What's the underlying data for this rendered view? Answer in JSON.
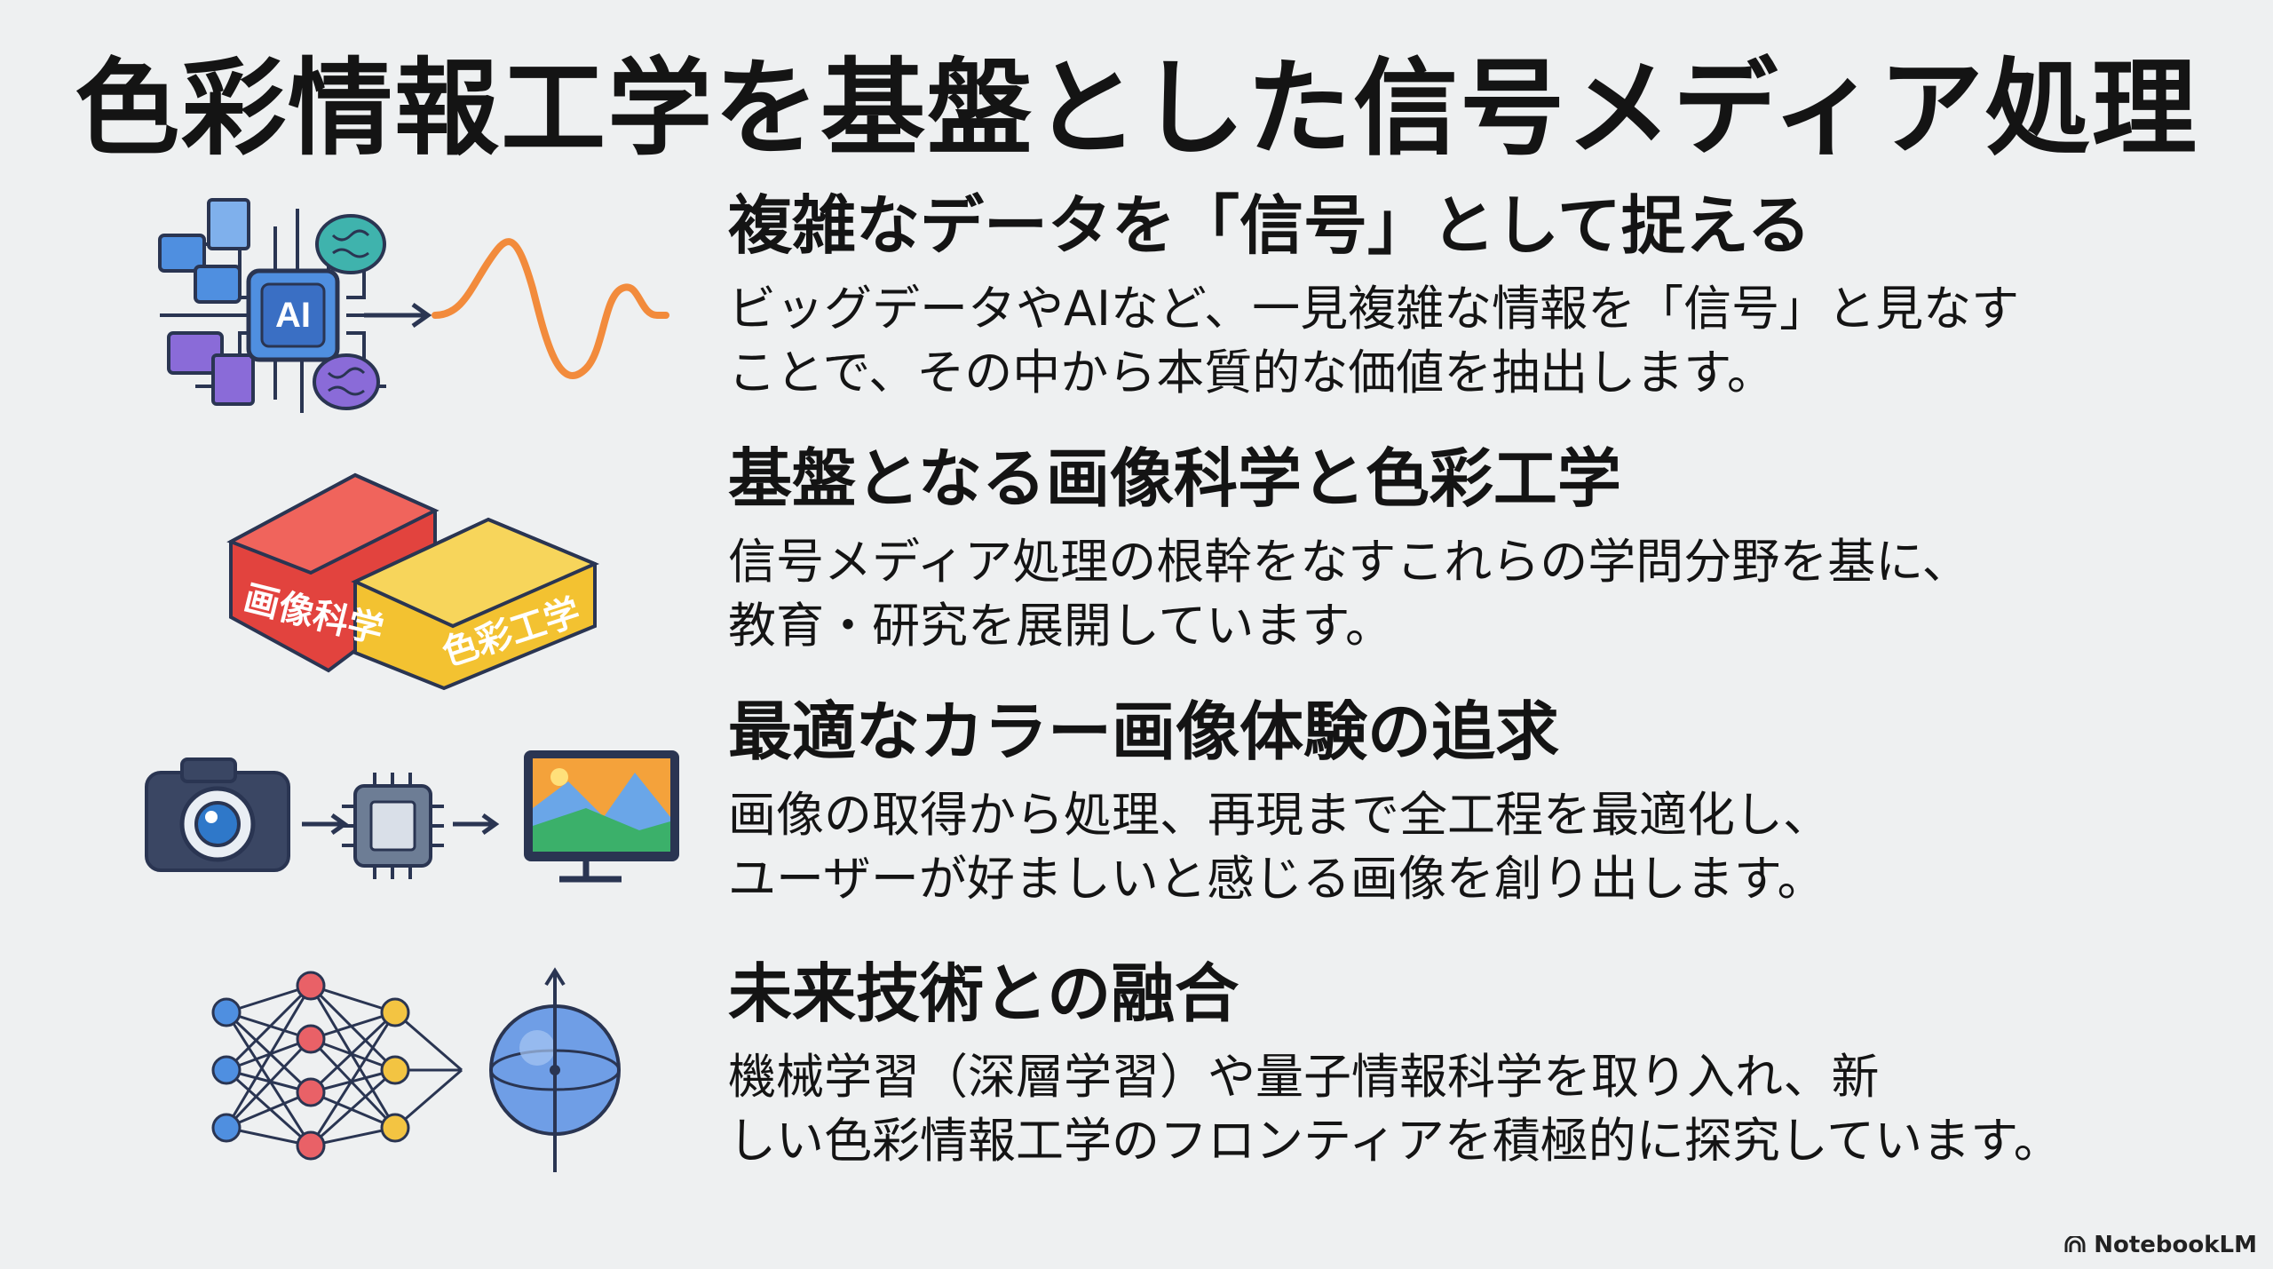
{
  "slide": {
    "title": "色彩情報工学を基盤とした信号メディア処理"
  },
  "sections": [
    {
      "heading": "複雑なデータを「信号」として捉える",
      "lines": [
        "ビッグデータやAIなど、一見複雑な情報を「信号」と見なす",
        "ことで、その中から本質的な価値を抽出します。"
      ],
      "icon": "ai-data-to-signal-icon",
      "icon_text": "AI"
    },
    {
      "heading": "基盤となる画像科学と色彩工学",
      "lines": [
        "信号メディア処理の根幹をなすこれらの学問分野を基に、",
        "教育・研究を展開しています。"
      ],
      "icon": "puzzle-blocks-icon",
      "icon_labels": [
        "画像科学",
        "色彩工学"
      ]
    },
    {
      "heading": "最適なカラー画像体験の追求",
      "lines": [
        "画像の取得から処理、再現まで全工程を最適化し、",
        "ユーザーが好ましいと感じる画像を創り出します。"
      ],
      "icon": "camera-chip-monitor-icon"
    },
    {
      "heading": "未来技術との融合",
      "lines": [
        "機械学習（深層学習）や量子情報科学を取り入れ、新",
        "しい色彩情報工学のフロンティアを積極的に探究しています。"
      ],
      "icon": "neural-network-qubit-icon"
    }
  ],
  "watermark": {
    "text": "NotebookLM"
  },
  "colors": {
    "background": "#eef0f1",
    "wave": "#f28b3c",
    "block_red": "#e2433e",
    "block_yellow": "#f3c231",
    "node_red": "#e96167",
    "node_blue": "#4f8fe0",
    "node_yellow": "#f3c442",
    "line_dark": "#2a3552"
  }
}
